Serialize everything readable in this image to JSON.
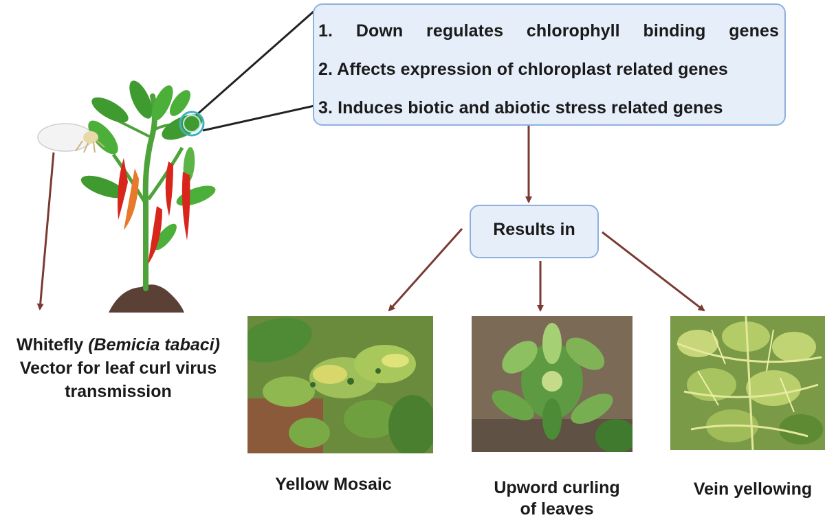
{
  "mechanisms": {
    "line1": "1.  Down  regulates  chlorophyll  binding  genes",
    "line2": "2. Affects expression of chloroplast related genes",
    "line3": "3. Induces biotic and abiotic stress related genes"
  },
  "results_label": "Results in",
  "vector": {
    "line1_prefix": "Whitefly ",
    "line1_species": "(Bemicia tabaci)",
    "line2": "Vector for leaf curl virus",
    "line3": "transmission"
  },
  "symptoms": [
    {
      "label": "Yellow Mosaic"
    },
    {
      "label_line1": "Upword curling",
      "label_line2": "of leaves"
    },
    {
      "label": "Vein yellowing"
    }
  ],
  "colors": {
    "box_fill": "#e6eefa",
    "box_border": "#8eb0de",
    "arrow": "#7a3a32",
    "connector": "#222222",
    "leaf": "#3f9a2f",
    "chili_red": "#d9261c",
    "chili_orange": "#e8782a"
  }
}
